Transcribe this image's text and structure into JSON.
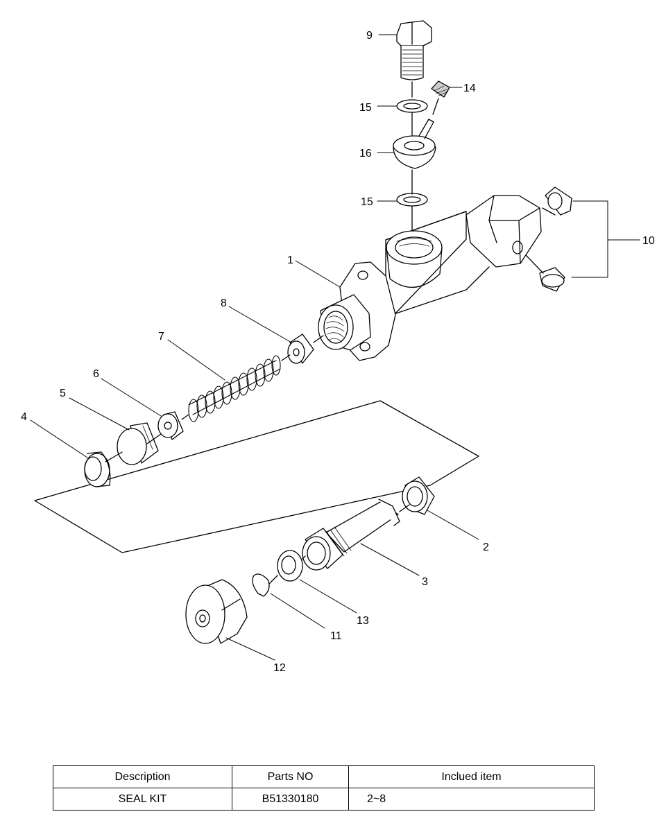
{
  "callouts": {
    "c1": "1",
    "c2": "2",
    "c3": "3",
    "c4": "4",
    "c5": "5",
    "c6": "6",
    "c7": "7",
    "c8": "8",
    "c9": "9",
    "c10": "10",
    "c11": "11",
    "c12": "12",
    "c13": "13",
    "c14": "14",
    "c15a": "15",
    "c15b": "15",
    "c16": "16"
  },
  "table": {
    "headers": [
      "Description",
      "Parts NO",
      "Inclued item"
    ],
    "rows": [
      [
        "SEAL KIT",
        "B51330180",
        "2~8"
      ]
    ]
  }
}
